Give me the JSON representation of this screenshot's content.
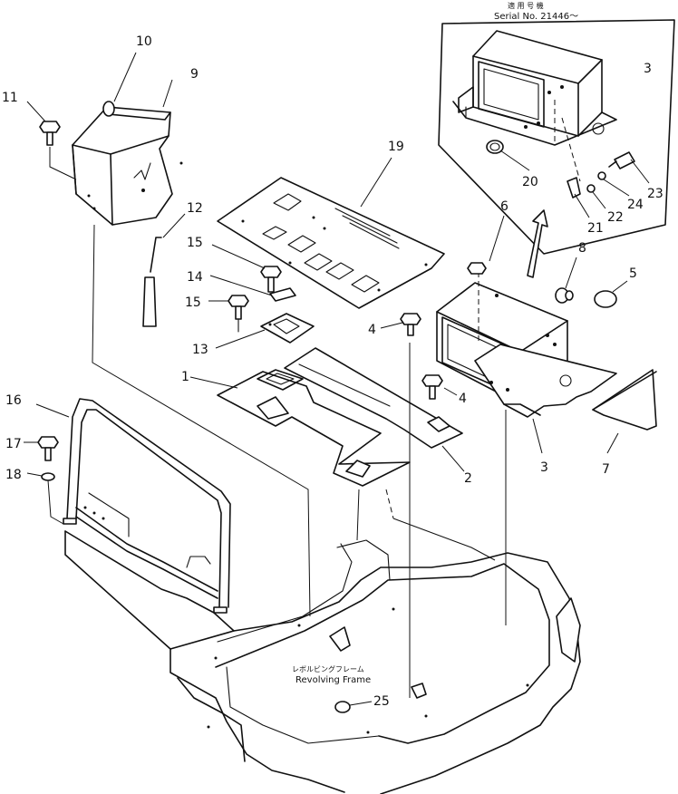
{
  "inset": {
    "heading": "適 用 号 機",
    "serial": "Serial No. 21446～"
  },
  "frame_label": {
    "japanese": "レボルビングフレーム",
    "english": "Revolving Frame"
  },
  "callouts": [
    {
      "id": "c10",
      "label": "10"
    },
    {
      "id": "c9",
      "label": "9"
    },
    {
      "id": "c11",
      "label": "11"
    },
    {
      "id": "c12",
      "label": "12"
    },
    {
      "id": "c19",
      "label": "19"
    },
    {
      "id": "c15a",
      "label": "15"
    },
    {
      "id": "c14",
      "label": "14"
    },
    {
      "id": "c15b",
      "label": "15"
    },
    {
      "id": "c13",
      "label": "13"
    },
    {
      "id": "c1",
      "label": "1"
    },
    {
      "id": "c4a",
      "label": "4"
    },
    {
      "id": "c4b",
      "label": "4"
    },
    {
      "id": "c2",
      "label": "2"
    },
    {
      "id": "c6",
      "label": "6"
    },
    {
      "id": "c8",
      "label": "8"
    },
    {
      "id": "c5",
      "label": "5"
    },
    {
      "id": "c3a",
      "label": "3"
    },
    {
      "id": "c3b",
      "label": "3"
    },
    {
      "id": "c7",
      "label": "7"
    },
    {
      "id": "c20",
      "label": "20"
    },
    {
      "id": "c21",
      "label": "21"
    },
    {
      "id": "c22",
      "label": "22"
    },
    {
      "id": "c24",
      "label": "24"
    },
    {
      "id": "c23",
      "label": "23"
    },
    {
      "id": "c16",
      "label": "16"
    },
    {
      "id": "c17",
      "label": "17"
    },
    {
      "id": "c18",
      "label": "18"
    },
    {
      "id": "c25",
      "label": "25"
    }
  ]
}
